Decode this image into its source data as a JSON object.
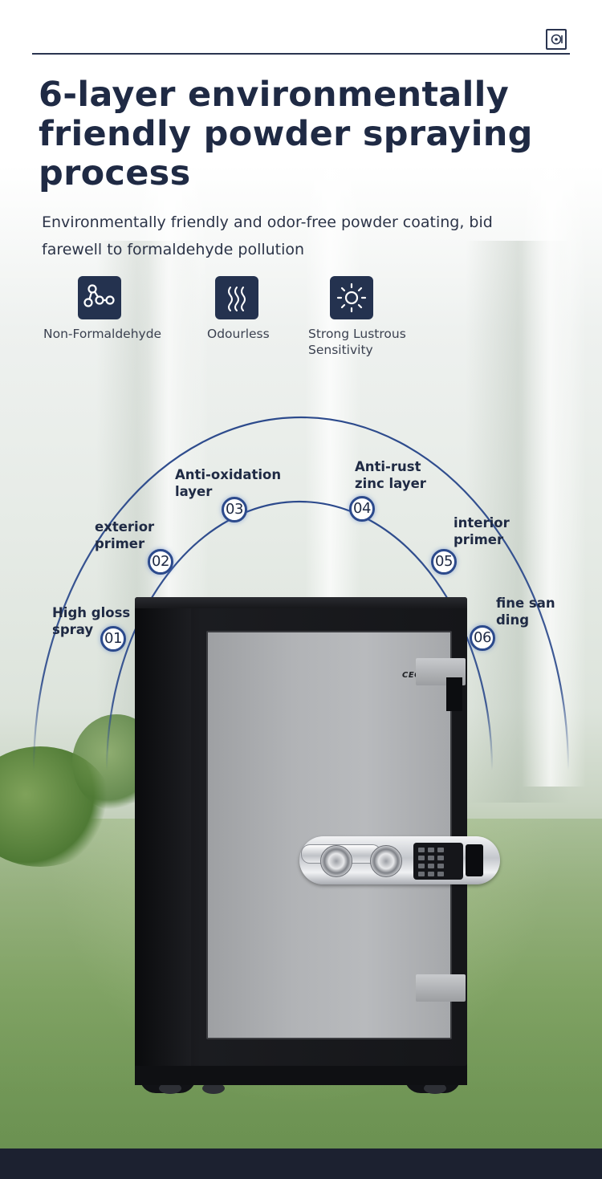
{
  "header": {
    "title": "6-layer environmentally friendly powder spraying process",
    "subtitle": "Environmentally friendly and odor-free powder coating, bid farewell to formaldehyde pollution",
    "logo_icon": "safe-logo-icon"
  },
  "features": [
    {
      "icon": "molecule-icon",
      "label": "Non-Formaldehyde"
    },
    {
      "icon": "odour-waves-icon",
      "label": "Odourless"
    },
    {
      "icon": "sun-shine-icon",
      "label": "Strong Lustrous Sensitivity"
    }
  ],
  "layers": [
    {
      "number": "01",
      "label_line1": "High gloss",
      "label_line2": "spray"
    },
    {
      "number": "02",
      "label_line1": "exterior",
      "label_line2": "primer"
    },
    {
      "number": "03",
      "label_line1": "Anti-oxidation",
      "label_line2": "layer"
    },
    {
      "number": "04",
      "label_line1": "Anti-rust",
      "label_line2": "zinc layer"
    },
    {
      "number": "05",
      "label_line1": "interior",
      "label_line2": "primer"
    },
    {
      "number": "06",
      "label_line1": "fine san",
      "label_line2": "ding"
    }
  ],
  "product": {
    "brand": "CEQSAFE"
  },
  "colors": {
    "navy": "#1f2a44",
    "icon_bg": "#24324f",
    "arc": "#2c4a8c"
  }
}
